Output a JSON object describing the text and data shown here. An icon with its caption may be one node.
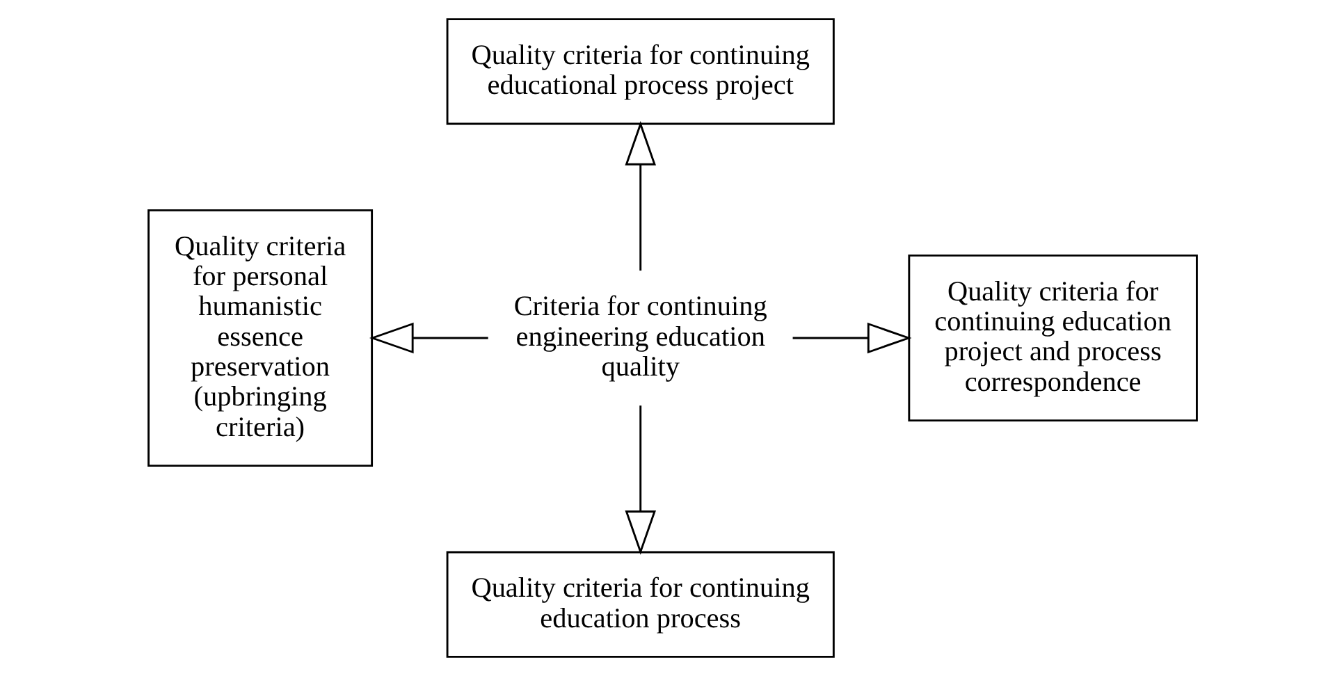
{
  "diagram": {
    "nodes": [
      {
        "text": [
          "Quality criteria for continuing educational process project"
        ]
      },
      {
        "text": [
          "Quality criteria for personal humanistic essence preservation (upbringing criteria)"
        ]
      },
      {
        "text": [
          "Criteria for continuing engineering education quality"
        ]
      },
      {
        "text": [
          "Quality criteria for continuing education project and process correspondence"
        ]
      },
      {
        "text": [
          "Quality criteria for continuing education process"
        ]
      }
    ],
    "edges": [
      {
        "from": 2,
        "to": 0,
        "arrow": "to"
      },
      {
        "from": 2,
        "to": 1,
        "arrow": "to"
      },
      {
        "from": 2,
        "to": 3,
        "arrow": "to"
      },
      {
        "from": 2,
        "to": 4,
        "arrow": "to"
      }
    ]
  }
}
